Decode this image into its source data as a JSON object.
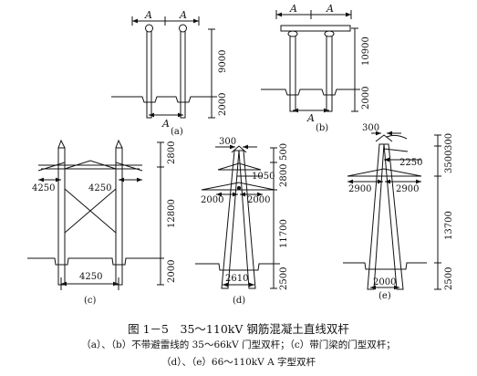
{
  "figure": {
    "caption": "图 1－5　35～110kV 钢筋混凝土直线双杆",
    "subcaption_line1": "（a）、（b）不带避雷线的 35～66kV 门型双杆；（c）带门梁的门型双杆；",
    "subcaption_line2": "（d）、（e）66～110kV A 字型双杆"
  },
  "panels": {
    "a": {
      "label": "(a)",
      "spacing_label": "A",
      "dims": [
        "9000",
        "2000"
      ]
    },
    "b": {
      "label": "(b)",
      "spacing_label": "A",
      "dims": [
        "10900",
        "2000"
      ]
    },
    "c": {
      "label": "(c)",
      "dims": [
        "2800",
        "12800",
        "2000",
        "4250",
        "4250",
        "4250"
      ]
    },
    "d": {
      "label": "(d)",
      "dims": [
        "300",
        "500",
        "1050",
        "2800",
        "2000",
        "2000",
        "11700",
        "2500",
        "2610"
      ]
    },
    "e": {
      "label": "(e)",
      "dims": [
        "300",
        "300",
        "3500",
        "2250",
        "2900",
        "2900",
        "13700",
        "2500",
        "2000"
      ]
    }
  }
}
